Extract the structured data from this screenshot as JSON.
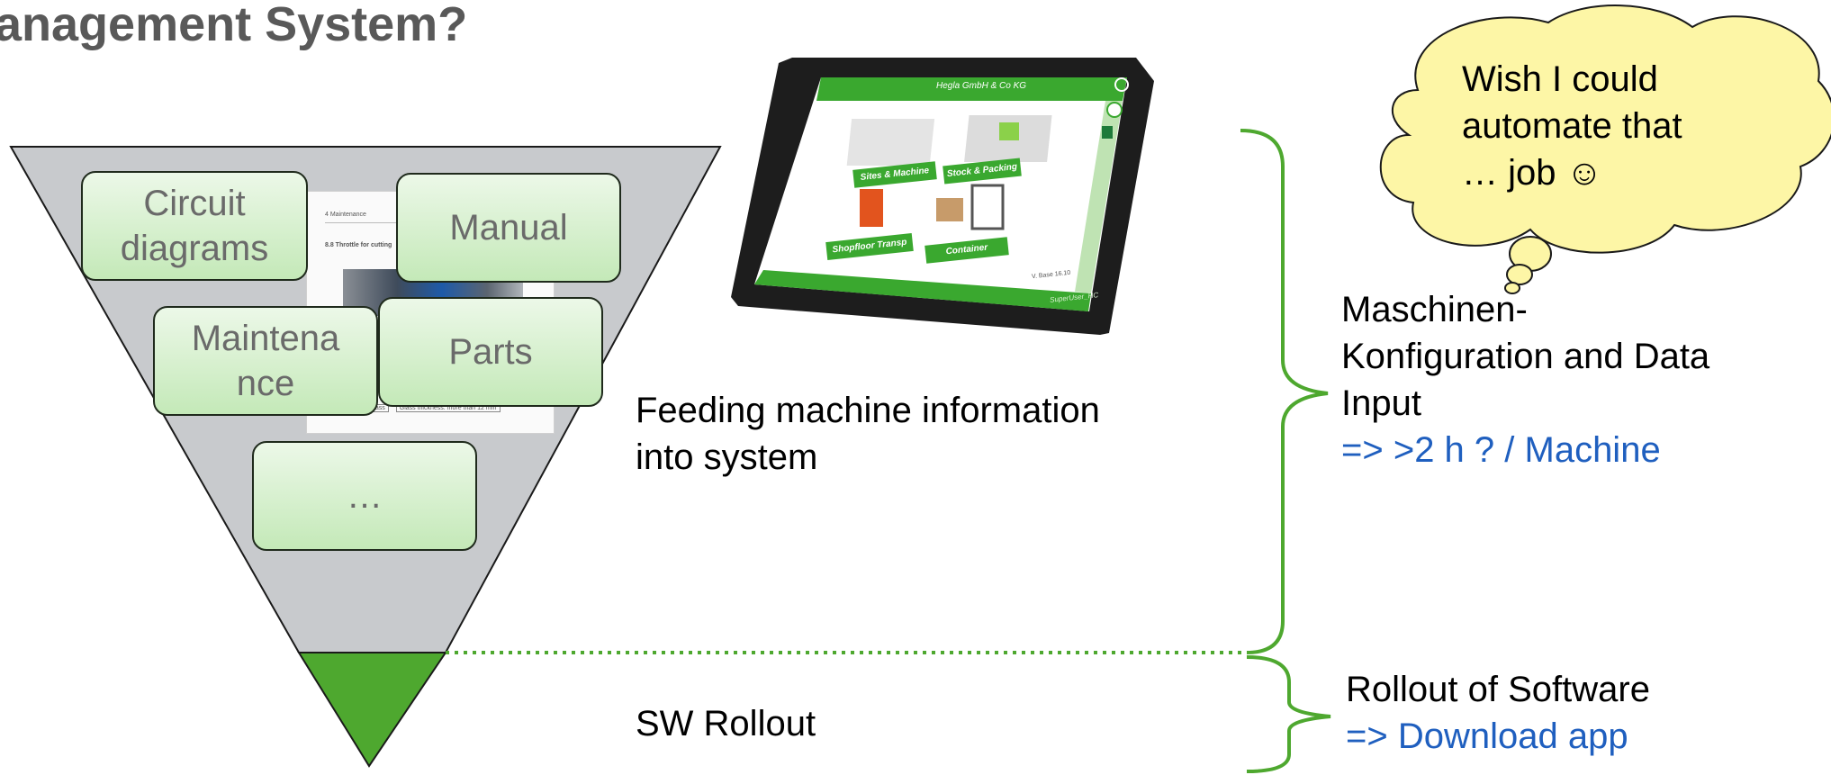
{
  "slide": {
    "title": "anagement System?"
  },
  "funnel": {
    "boxes": [
      {
        "label": "Circuit diagrams",
        "line1": "Circuit",
        "line2": "diagrams"
      },
      {
        "label": "Manual"
      },
      {
        "label": "Maintenance",
        "line1": "Maintena",
        "line2": "nce"
      },
      {
        "label": "Parts"
      },
      {
        "label": "…"
      }
    ],
    "document": {
      "header": "4 Maintenance",
      "section": "8.8     Throttle for cutting",
      "cell1": "for thick glass",
      "cell2": "Glass thickness: more than 12 mm"
    }
  },
  "tablet": {
    "title": "Hegla GmbH & Co KG",
    "tiles": [
      {
        "label": "Sites & Machine"
      },
      {
        "label": "Stock & Packing"
      },
      {
        "label": "Shopfloor Transp"
      },
      {
        "label": "Container"
      }
    ],
    "version": "V. Base 16.10",
    "user": "SuperUser_HC"
  },
  "labels": {
    "feeding_line1": "Feeding machine information",
    "feeding_line2": "into system",
    "sw_rollout": "SW Rollout"
  },
  "right": {
    "config_line1": "Maschinen-",
    "config_line2": "Konfiguration and Data",
    "config_line3": "Input",
    "config_effort": "=> >2 h ? / Machine",
    "rollout": "Rollout of Software",
    "rollout_effort": "=> Download app"
  },
  "cloud": {
    "line1": "Wish I could",
    "line2": "automate that",
    "line3": "… job ☺"
  },
  "colors": {
    "funnel_gray": "#c8cacd",
    "funnel_green": "#4ea82f",
    "box_fill_top": "#ecf8e8",
    "box_fill_bottom": "#c4e9b8",
    "bracket": "#4ea82f",
    "effort_text": "#1f5fbf",
    "cloud_fill": "#fdf6a6"
  }
}
